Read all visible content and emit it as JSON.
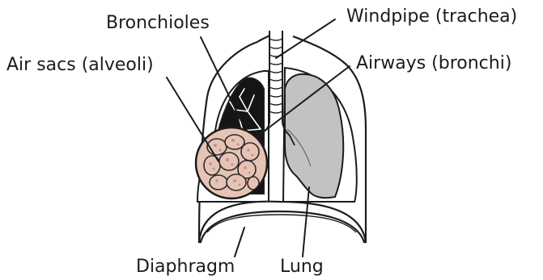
{
  "labels": {
    "bronchioles": "Bronchioles",
    "windpipe": "Windpipe (trachea)",
    "air_sacs": "Air sacs (alveoli)",
    "airways": "Airways (bronchi)",
    "diaphragm": "Diaphragm",
    "lung": "Lung"
  },
  "colors": {
    "ink": "#1c1c1c",
    "lung_fill": "#c2c2c2",
    "alveoli_fill": "#e7c3b6"
  }
}
